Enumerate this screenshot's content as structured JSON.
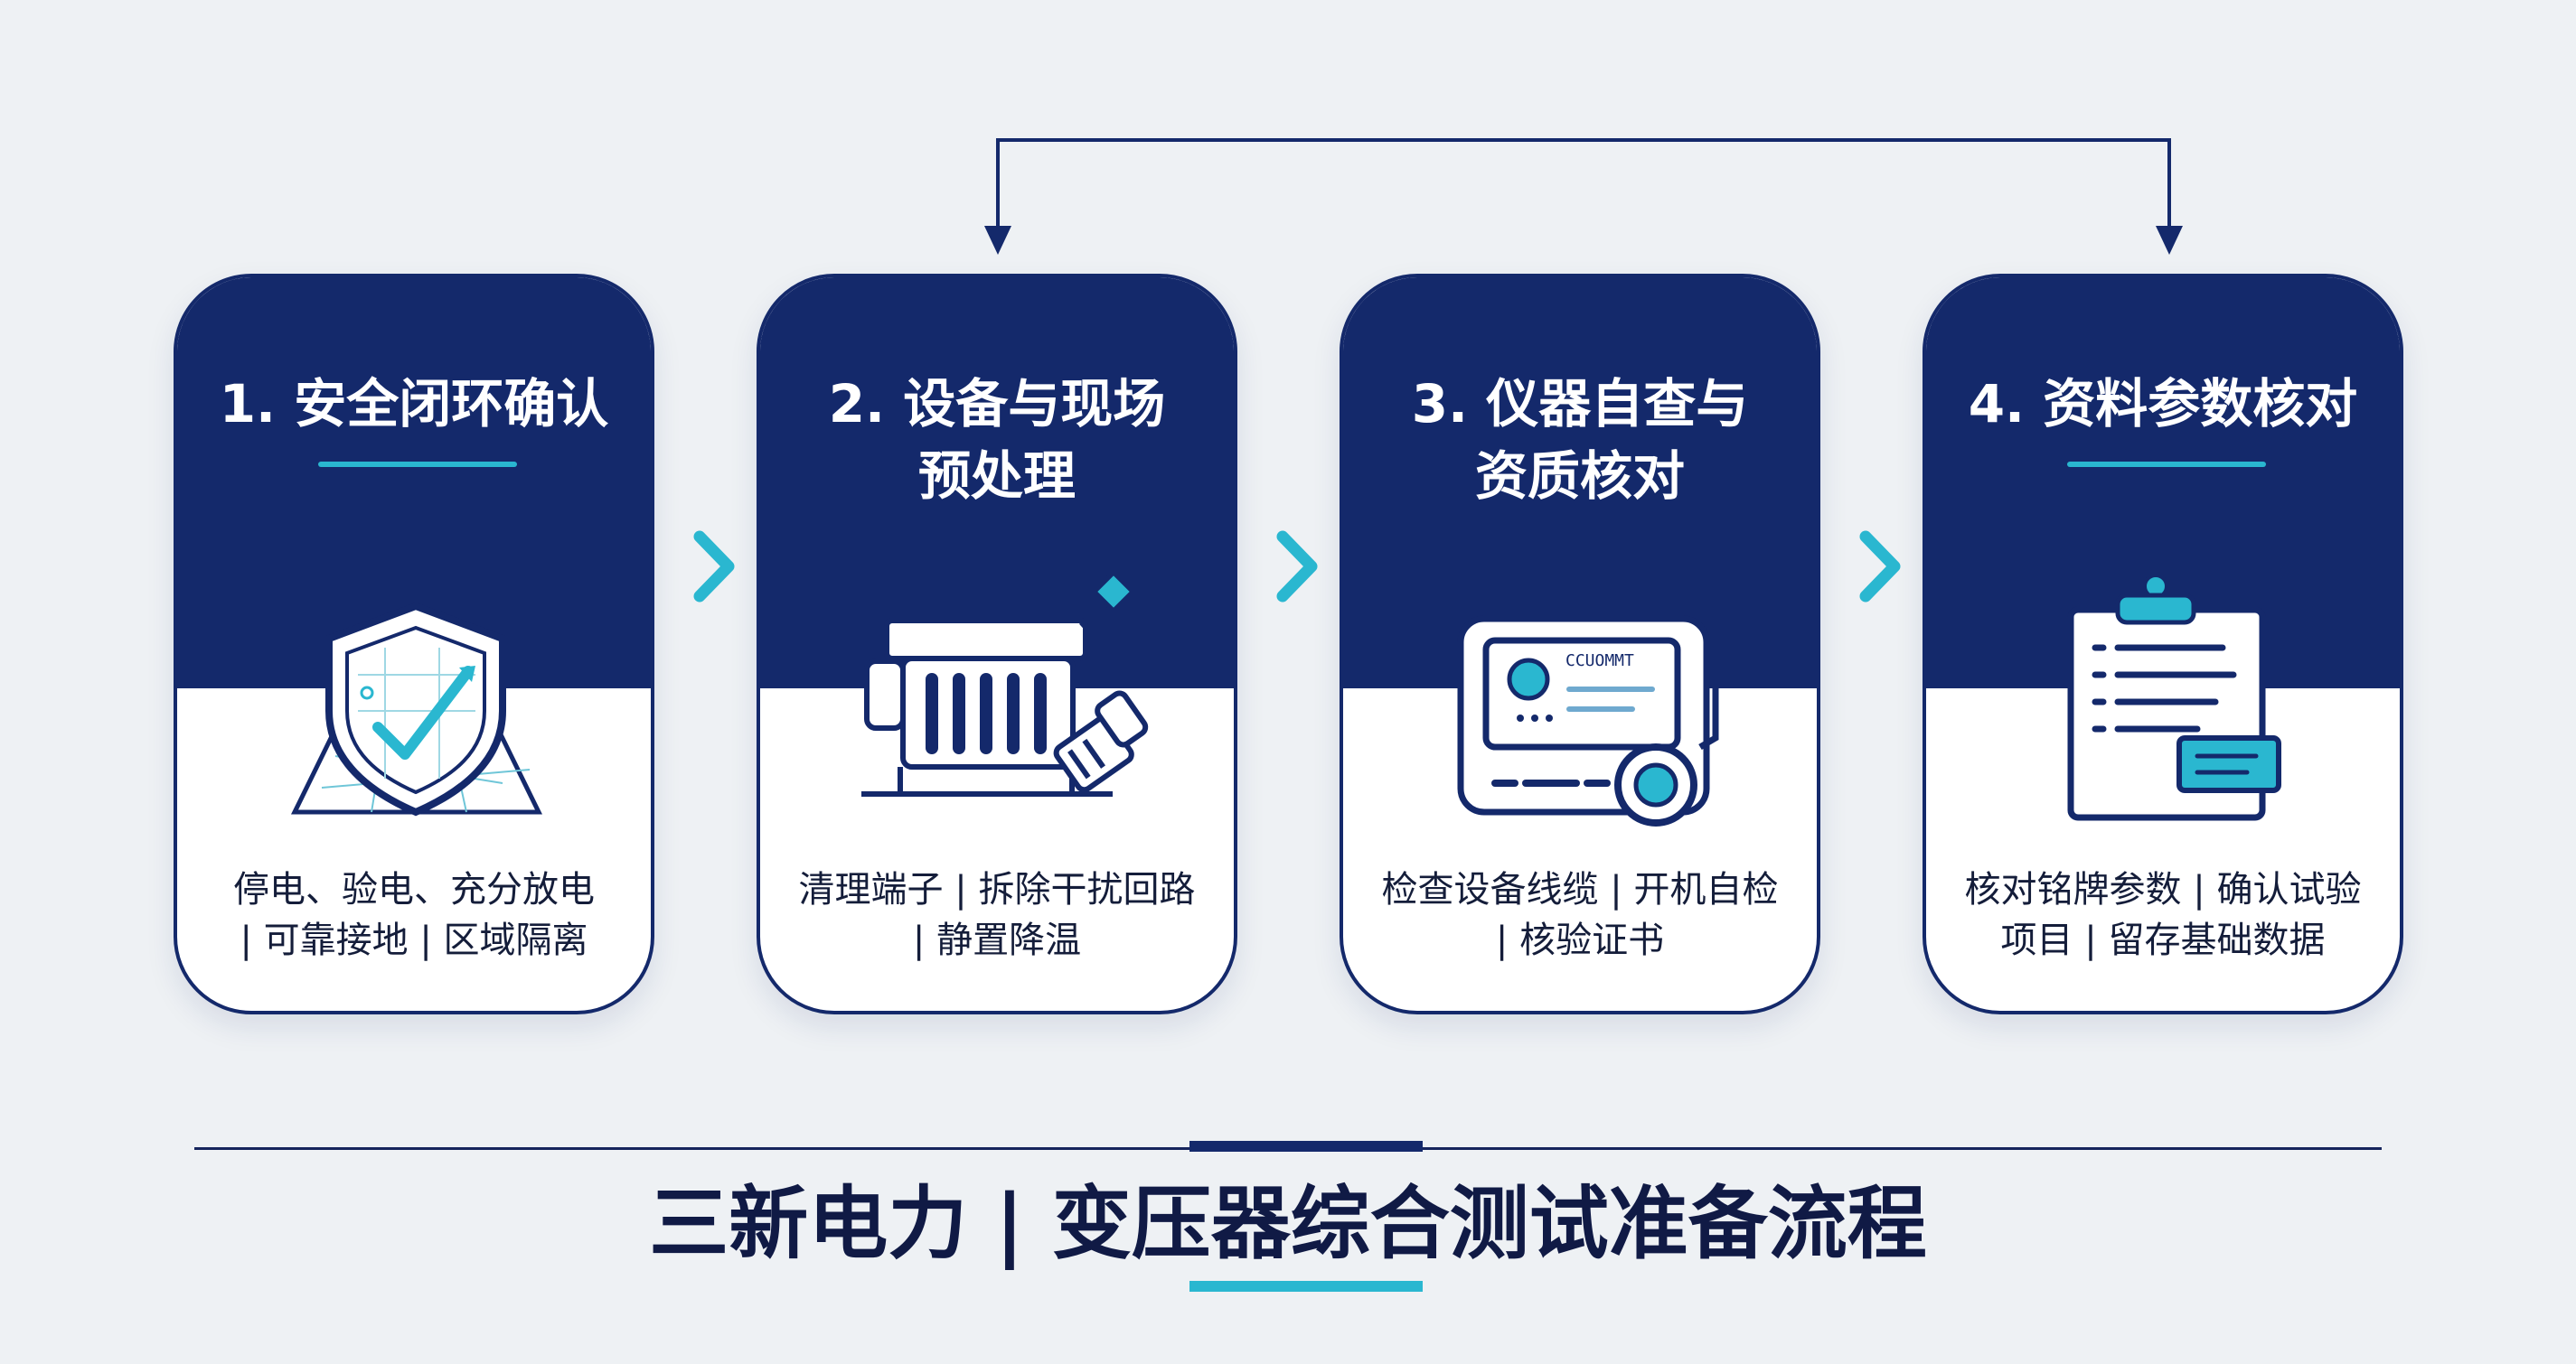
{
  "diagram": {
    "steps": [
      {
        "title": "1. 安全闭环确认",
        "description": "停电、验电、充分放电\n| 可靠接地 | 区域隔离",
        "icon": "shield-check-icon"
      },
      {
        "title": "2. 设备与现场\n预处理",
        "description": "清理端子 | 拆除干扰回路\n| 静置降温",
        "icon": "transformer-icon"
      },
      {
        "title": "3. 仪器自查与\n资质核对",
        "description": "检查设备线缆 | 开机自检\n| 核验证书",
        "icon": "test-instrument-icon",
        "device_label": "CCUOMMT"
      },
      {
        "title": "4. 资料参数核对",
        "description": "核对铭牌参数 | 确认试验\n项目 | 留存基础数据",
        "icon": "clipboard-icon"
      }
    ],
    "footer_title": "三新电力 | 变压器综合测试准备流程",
    "colors": {
      "navy": "#14296b",
      "accent": "#2ab7d0",
      "background": "#eef1f4"
    }
  }
}
